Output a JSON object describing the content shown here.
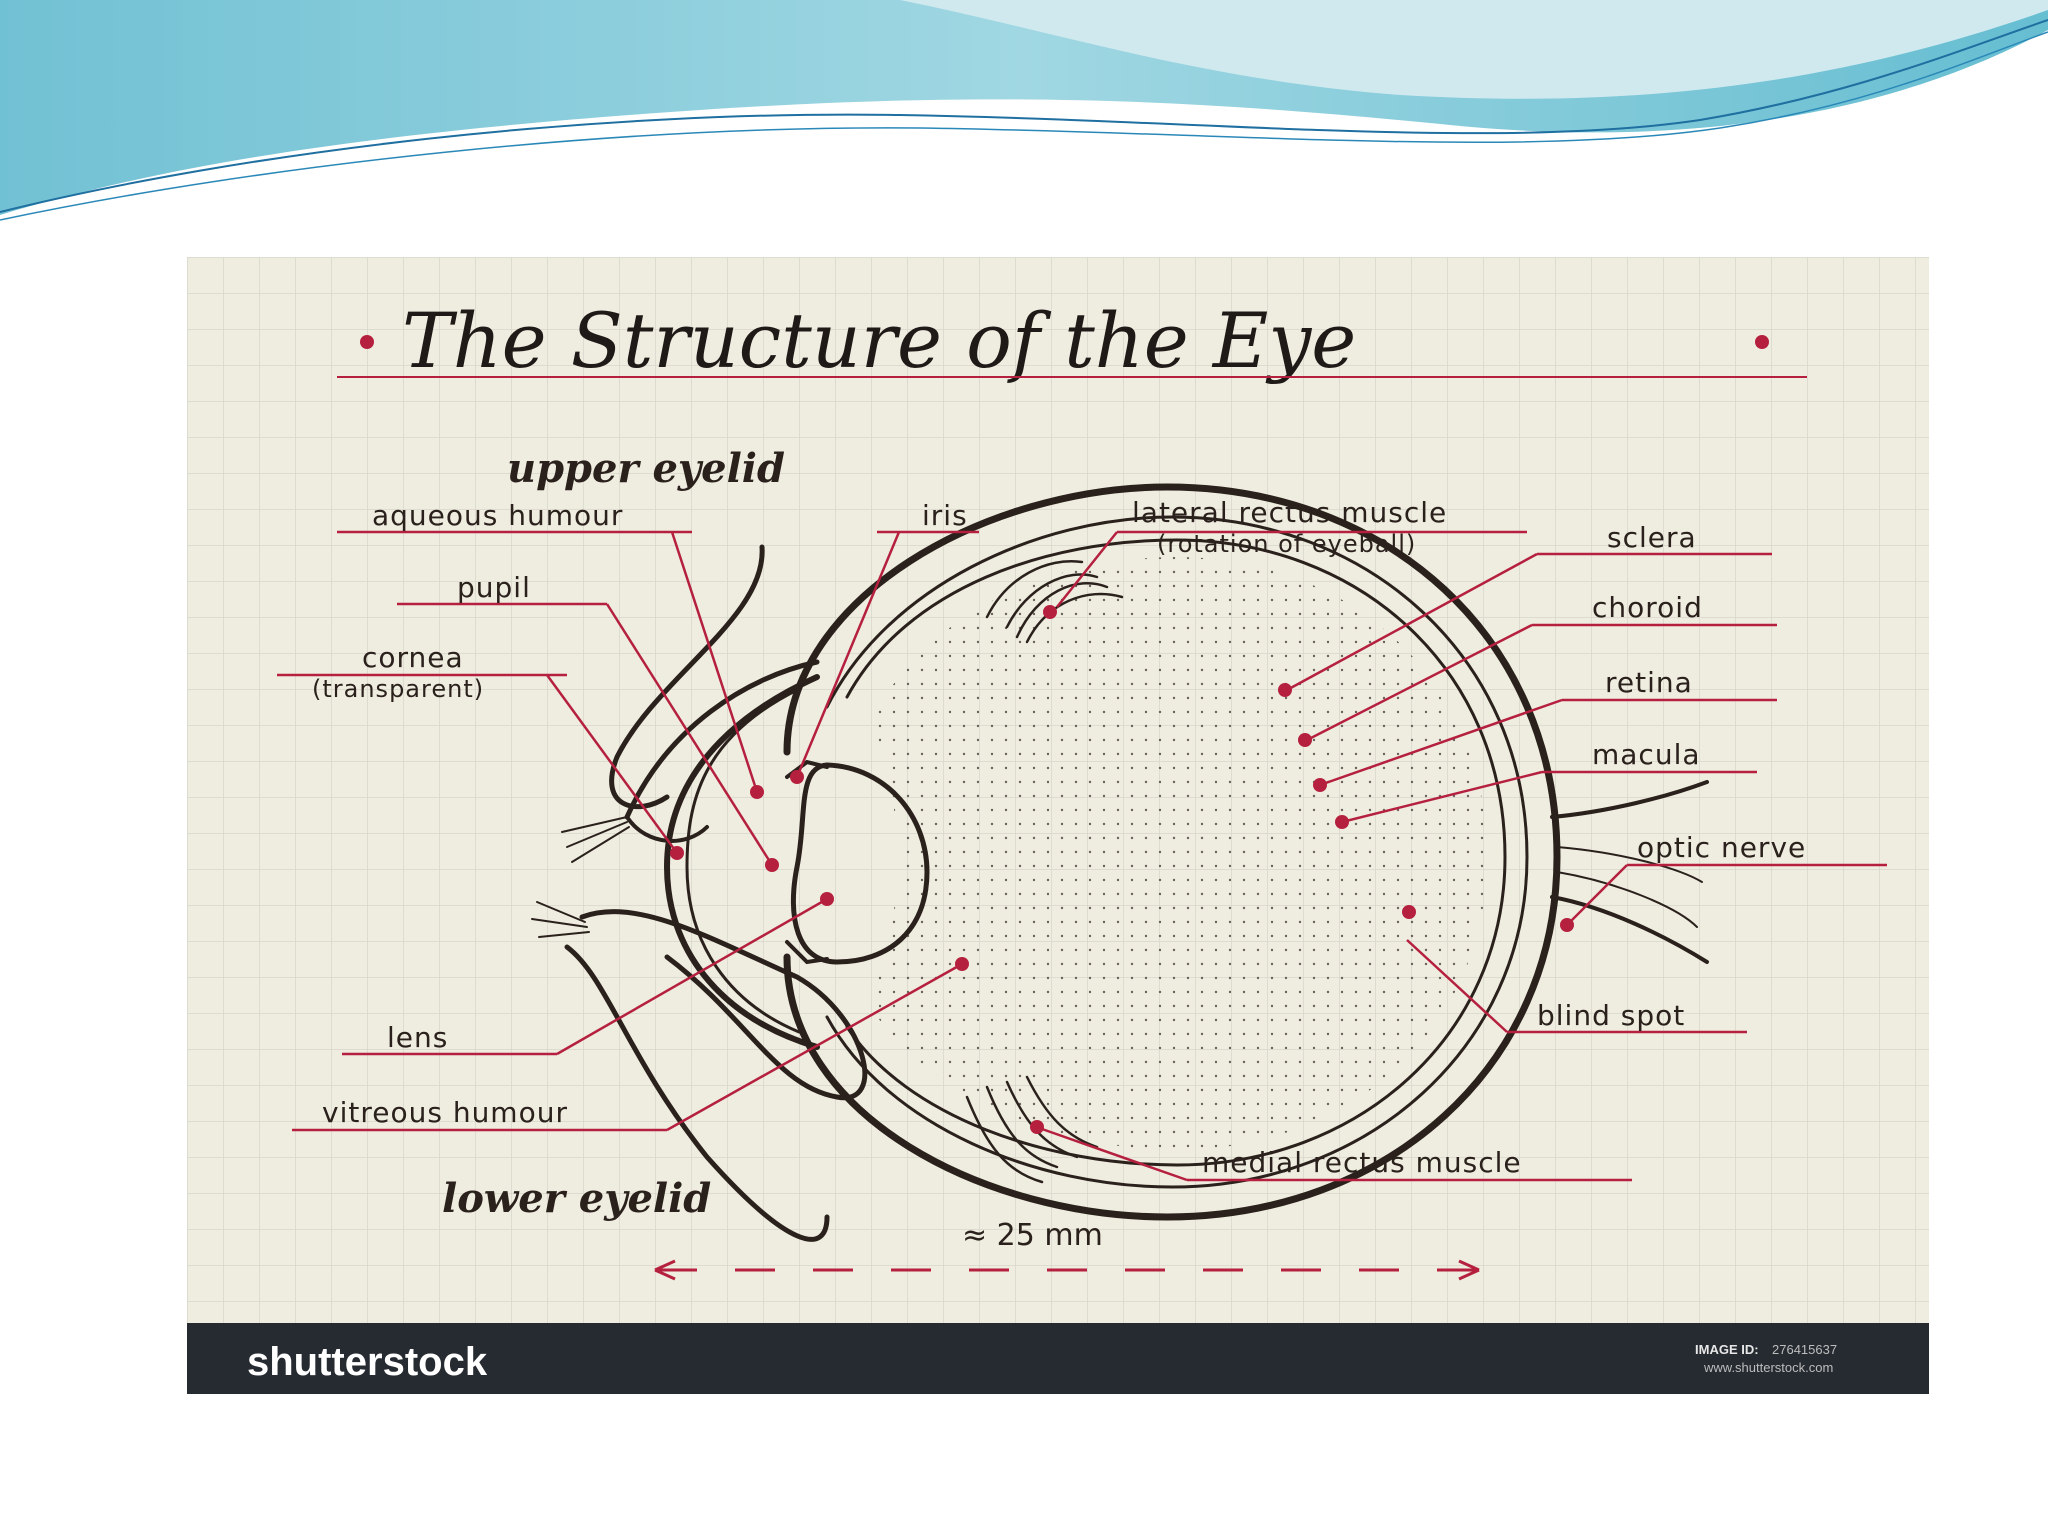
{
  "title": "The Structure of the Eye",
  "labels": {
    "upper_eyelid": "upper eyelid",
    "aqueous_humour": "aqueous humour",
    "iris": "iris",
    "lateral_rectus": "lateral rectus muscle",
    "lateral_rectus_note": "(rotation of eyeball)",
    "sclera": "sclera",
    "pupil": "pupil",
    "choroid": "choroid",
    "cornea": "cornea",
    "cornea_note": "(transparent)",
    "retina": "retina",
    "macula": "macula",
    "optic_nerve": "optic nerve",
    "lens": "lens",
    "blind_spot": "blind spot",
    "vitreous_humour": "vitreous humour",
    "medial_rectus": "medial rectus muscle",
    "lower_eyelid": "lower eyelid",
    "scale": "≈ 25 mm"
  },
  "footer": {
    "logo": "shutterstock",
    "image_id_label": "IMAGE ID:",
    "image_id": "276415637",
    "url": "www.shutterstock.com"
  },
  "colors": {
    "paper": "#efece0",
    "grid": "#d8d7cb",
    "ink": "#2a211c",
    "accent": "#b5203f",
    "footer_bar": "#262b31",
    "wave_top": "#6fc2d6"
  }
}
